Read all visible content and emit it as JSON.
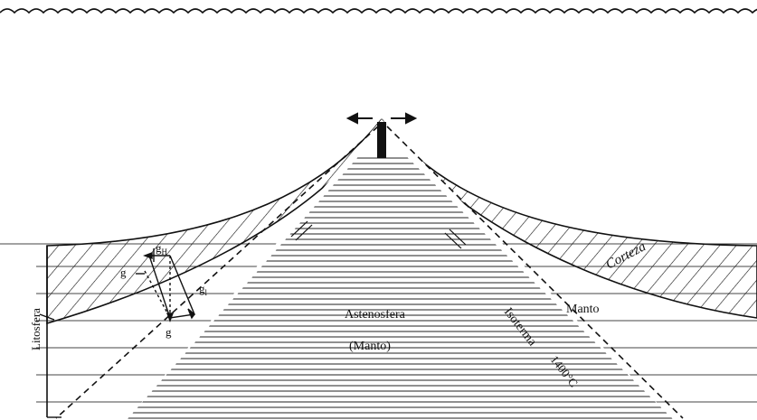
{
  "labels": {
    "corteza": "Corteza",
    "manto": "Manto",
    "astenosfera": "Astenosfera",
    "manto_paren": "(Manto)",
    "isoterma": "Isoterma",
    "temperatura": "1400°C",
    "litosfera": "Litosfera"
  },
  "vectors": {
    "g": "g",
    "g_h_base": "g",
    "g_h_sub": "H",
    "g_l_base": "g",
    "g_l_sub": "l",
    "g_small": "g"
  },
  "colors": {
    "ink": "#111111",
    "paper": "#ffffff",
    "mantle_lines": "#444444"
  }
}
